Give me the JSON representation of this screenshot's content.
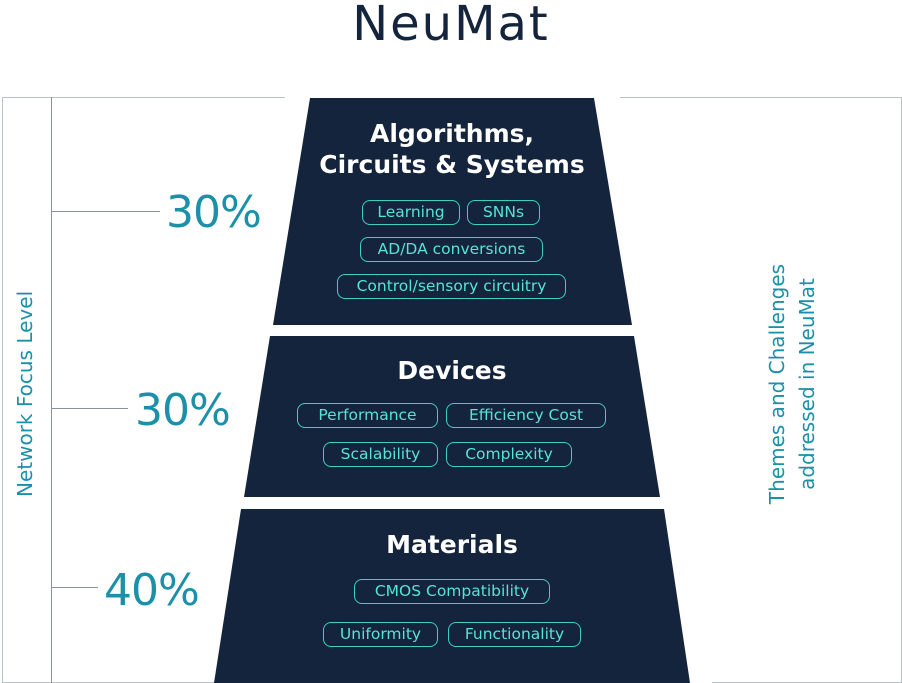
{
  "logo": "NeuMat",
  "left_axis_label": "Network Focus Level",
  "right_axis_label": "Themes and Challenges addressed in NeuMat",
  "colors": {
    "navy": "#14243d",
    "teal": "#1b90a8",
    "pill_border": "#3ed0c2",
    "pill_text": "#57e3d5",
    "line": "#b9c0c6"
  },
  "tiers": [
    {
      "title": "Algorithms, Circuits & Systems",
      "percentage": "30%",
      "tags": [
        "Learning",
        "SNNs",
        "AD/DA conversions",
        "Control/sensory circuitry"
      ]
    },
    {
      "title": "Devices",
      "percentage": "30%",
      "tags": [
        "Performance",
        "Efficiency Cost",
        "Scalability",
        "Complexity"
      ]
    },
    {
      "title": "Materials",
      "percentage": "40%",
      "tags": [
        "CMOS Compatibility",
        "Uniformity",
        "Functionality"
      ]
    }
  ]
}
